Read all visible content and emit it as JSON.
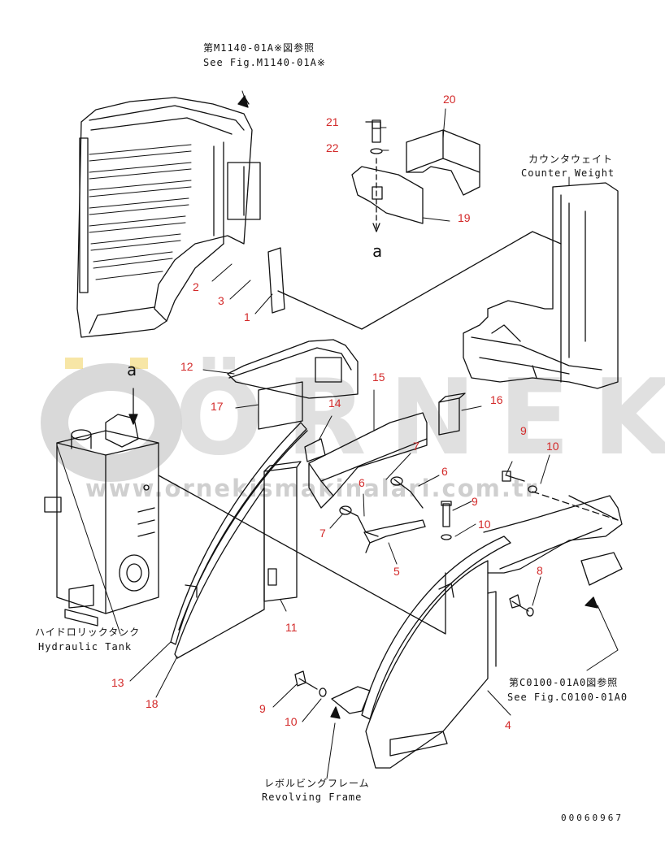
{
  "references": {
    "top": [
      "第M1140-01A※図参照",
      "See Fig.M1140-01A※"
    ],
    "counter": [
      "カウンタウェイト",
      "Counter Weight"
    ],
    "tank": [
      "ハイドロリックタンク",
      "Hydraulic Tank"
    ],
    "fig_c0100": [
      "第C0100-01A0図参照",
      "See Fig.C0100-01A0"
    ],
    "revolving": [
      "レボルビングフレーム",
      "Revolving Frame"
    ]
  },
  "markers": {
    "a_top": "a",
    "a_left": "a"
  },
  "watermark": {
    "brand": "ÖRNEK",
    "url": "www.ornekismakinalari.com.tr"
  },
  "drawing_number": "00060967",
  "callouts": [
    "21",
    "22",
    "20",
    "19",
    "2",
    "3",
    "1",
    "12",
    "17",
    "14",
    "15",
    "16",
    "7",
    "6",
    "6",
    "7",
    "9",
    "10",
    "9",
    "10",
    "5",
    "8",
    "11",
    "13",
    "18",
    "9",
    "10",
    "4"
  ],
  "colors": {
    "callout": "#d32a2a",
    "line": "#111111",
    "watermark": "#d6d6d6"
  }
}
